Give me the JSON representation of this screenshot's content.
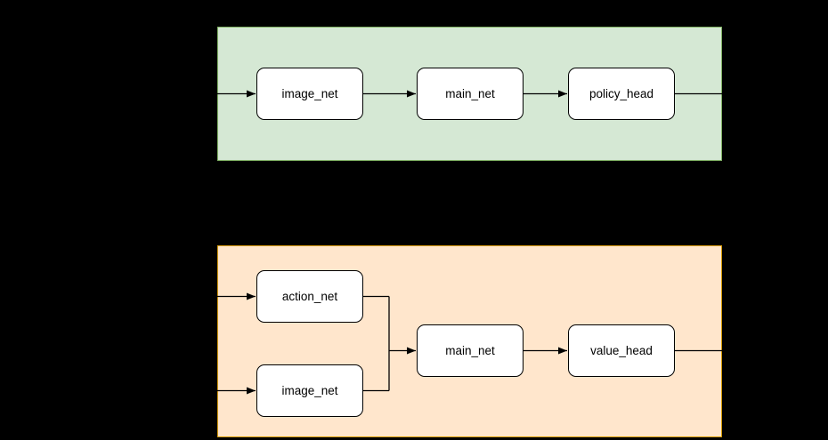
{
  "diagram": {
    "background": "#000000",
    "connector_color": "#000000",
    "node_style": {
      "fill": "#ffffff",
      "border": "#000000",
      "text_color": "#000000"
    },
    "policy_network": {
      "container_fill": "#d5e8d4",
      "container_border": "#82b366",
      "nodes": [
        {
          "label": "image_net"
        },
        {
          "label": "main_net"
        },
        {
          "label": "policy_head"
        }
      ]
    },
    "value_network": {
      "container_fill": "#ffe6cc",
      "container_border": "#d79b00",
      "nodes": [
        {
          "label": "action_net"
        },
        {
          "label": "image_net"
        },
        {
          "label": "main_net"
        },
        {
          "label": "value_head"
        }
      ]
    }
  }
}
